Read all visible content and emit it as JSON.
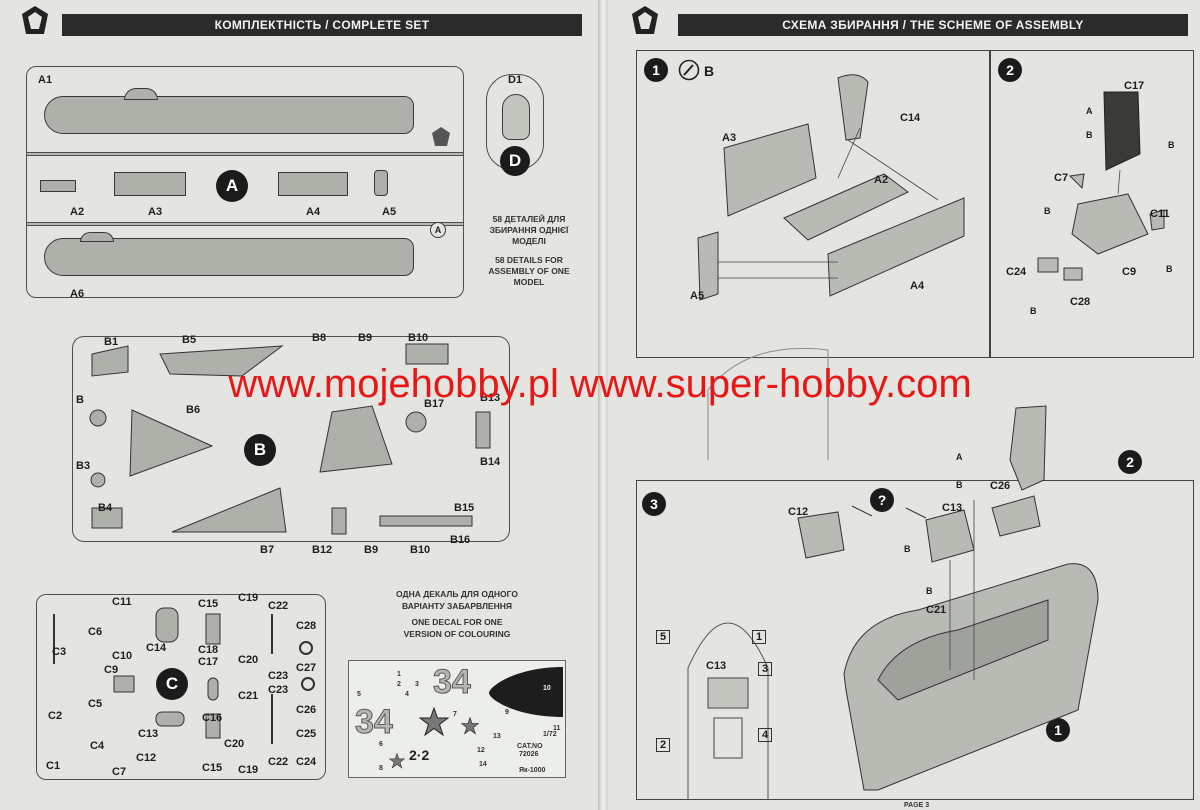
{
  "left_page": {
    "header": "КОМПЛЕКТНІСТЬ / COMPLETE SET",
    "sprue_a": {
      "letter": "A",
      "labels": [
        "A1",
        "A2",
        "A3",
        "A4",
        "A5",
        "A6"
      ],
      "marker": "A"
    },
    "sprue_d": {
      "letter": "D",
      "labels": [
        "D1"
      ]
    },
    "parts_note": {
      "ua_line1": "58 ДЕТАЛЕЙ ДЛЯ",
      "ua_line2": "ЗБИРАННЯ ОДНІЄЇ",
      "ua_line3": "МОДЕЛІ",
      "en_line1": "58 DETAILS FOR",
      "en_line2": "ASSEMBLY OF ONE",
      "en_line3": "MODEL"
    },
    "sprue_b": {
      "letter": "B",
      "labels": [
        "B1",
        "B5",
        "B8",
        "B9",
        "B10",
        "B13",
        "B6",
        "B17",
        "B3",
        "B14",
        "B4",
        "B15",
        "B16",
        "B7",
        "B12",
        "B9",
        "B10",
        "B"
      ]
    },
    "sprue_c": {
      "letter": "C",
      "labels": [
        "C11",
        "C15",
        "C19",
        "C22",
        "C6",
        "C14",
        "C18",
        "C28",
        "C3",
        "C10",
        "C17",
        "C20",
        "C27",
        "C9",
        "C21",
        "C23",
        "C5",
        "C23",
        "C2",
        "C16",
        "C26",
        "C4",
        "C13",
        "C20",
        "C25",
        "C12",
        "C1",
        "C7",
        "C15",
        "C19",
        "C22",
        "C24"
      ]
    },
    "decal_note": {
      "ua_line1": "ОДНА ДЕКАЛЬ ДЛЯ ОДНОГО",
      "ua_line2": "ВАРІАНТУ ЗАБАРВЛЕННЯ",
      "en_line1": "ONE DECAL FOR ONE",
      "en_line2": "VERSION OF COLOURING"
    },
    "decal_sheet": {
      "big_number_1": "34",
      "big_number_2": "34",
      "small_number": "2·2",
      "cat_line1": "CAT.NO",
      "cat_line2": "72026",
      "scale": "1/72",
      "model": "Як-1000",
      "numbers": [
        "1",
        "2",
        "3",
        "4",
        "5",
        "6",
        "7",
        "8",
        "9",
        "10",
        "11",
        "12",
        "13",
        "14"
      ]
    }
  },
  "right_page": {
    "header": "СХЕМА ЗБИРАННЯ / THE SCHEME OF ASSEMBLY",
    "page_footer": "PAGE 3",
    "step1": {
      "number": "1",
      "paint_ref": "B",
      "labels": [
        "A3",
        "C14",
        "A2",
        "A5",
        "A4"
      ]
    },
    "step2": {
      "number": "2",
      "labels": [
        "C17",
        "A",
        "B",
        "B",
        "C7",
        "B",
        "C11",
        "C24",
        "C9",
        "B",
        "C28",
        "B"
      ]
    },
    "step3": {
      "number": "3",
      "question": "?",
      "labels": [
        "C12",
        "C13",
        "A",
        "B",
        "C26",
        "B",
        "B",
        "C21",
        "C13",
        "1",
        "2",
        "3",
        "4",
        "5"
      ],
      "ref_step2": "2",
      "ref_step1": "1"
    }
  },
  "watermark": "www.mojehobby.pl www.super-hobby.com"
}
